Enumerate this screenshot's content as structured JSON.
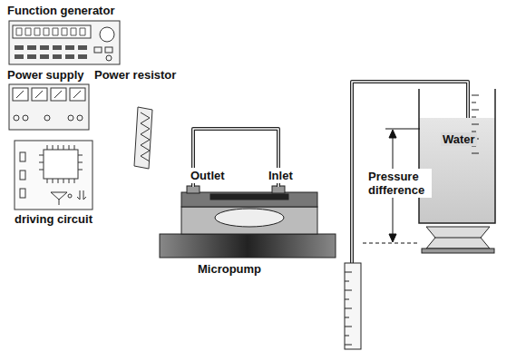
{
  "diagram": {
    "labels": [
      "Function generator",
      "Power supply",
      "Power resistor",
      "Outlet",
      "Inlet",
      "Water",
      "Pressure difference",
      "Micropump",
      "driving circuit"
    ]
  }
}
